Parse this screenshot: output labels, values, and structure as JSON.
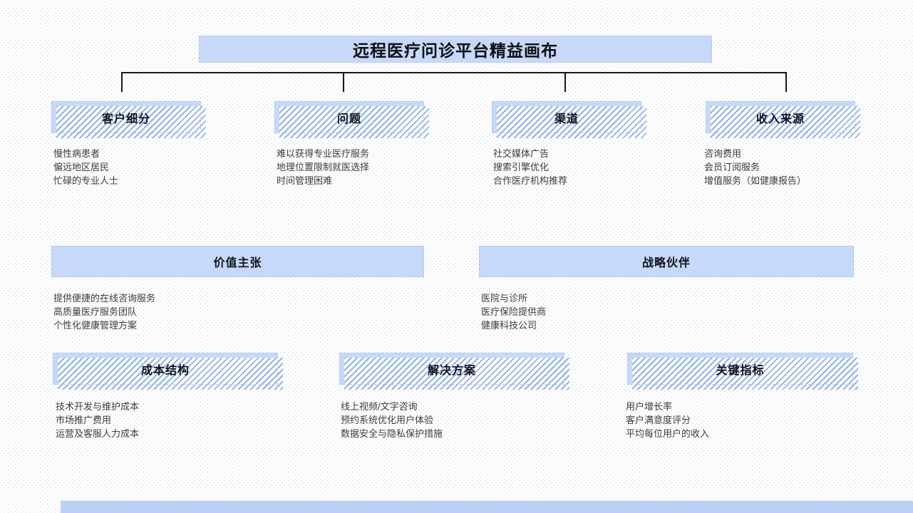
{
  "title": "远程医疗问诊平台精益画布",
  "colors": {
    "box_fill": "#c7d9fa",
    "hatch_stripe": "#8fb2ec",
    "heading_text": "#111318",
    "body_text": "#3b3c3f",
    "connector": "#15161a",
    "accent_bar": "#bccff7"
  },
  "sections": {
    "customer_segments": {
      "label": "客户细分",
      "items": [
        "慢性病患者",
        "偏远地区居民",
        "忙碌的专业人士"
      ]
    },
    "problems": {
      "label": "问题",
      "items": [
        "难以获得专业医疗服务",
        "地理位置限制就医选择",
        "时间管理困难"
      ]
    },
    "channels": {
      "label": "渠道",
      "items": [
        "社交媒体广告",
        "搜索引擎优化",
        "合作医疗机构推荐"
      ]
    },
    "revenue_streams": {
      "label": "收入来源",
      "items": [
        "咨询费用",
        "会员订阅服务",
        "增值服务（如健康报告）"
      ]
    },
    "value_proposition": {
      "label": "价值主张",
      "items": [
        "提供便捷的在线咨询服务",
        "高质量医疗服务团队",
        "个性化健康管理方案"
      ]
    },
    "strategic_partners": {
      "label": "战略伙伴",
      "items": [
        "医院与诊所",
        "医疗保险提供商",
        "健康科技公司"
      ]
    },
    "cost_structure": {
      "label": "成本结构",
      "items": [
        "技术开发与维护成本",
        "市场推广费用",
        "运营及客服人力成本"
      ]
    },
    "solutions": {
      "label": "解决方案",
      "items": [
        "线上视频/文字咨询",
        "预约系统优化用户体验",
        "数据安全与隐私保护措施"
      ]
    },
    "key_metrics": {
      "label": "关键指标",
      "items": [
        "用户增长率",
        "客户满意度评分",
        "平均每位用户的收入"
      ]
    }
  }
}
